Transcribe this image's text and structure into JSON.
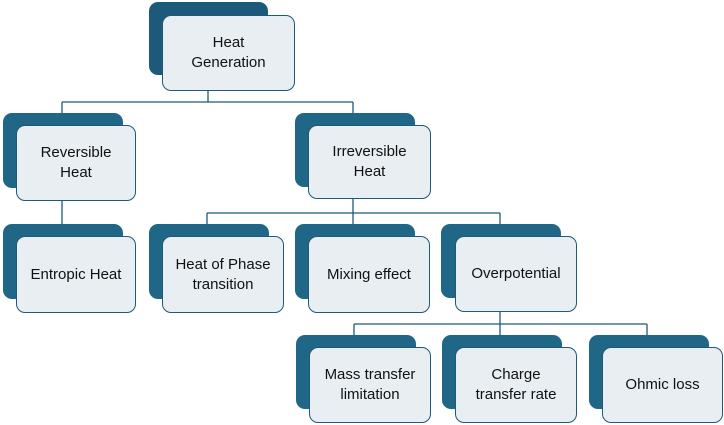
{
  "colors": {
    "back_dark": "#1d5a7a",
    "back_mid": "#1f6687",
    "front_fill": "#e8eef2",
    "border": "#1d5a7a",
    "connector": "#1d5a7a"
  },
  "nodes": {
    "heat_generation": {
      "label": "Heat\nGeneration"
    },
    "reversible_heat": {
      "label": "Reversible\nHeat"
    },
    "irreversible_heat": {
      "label": "Irreversible\nHeat"
    },
    "entropic_heat": {
      "label": "Entropic Heat"
    },
    "heat_of_phase_transition": {
      "label": "Heat of Phase\ntransition"
    },
    "mixing_effect": {
      "label": "Mixing effect"
    },
    "overpotential": {
      "label": "Overpotential"
    },
    "mass_transfer_limitation": {
      "label": "Mass transfer\nlimitation"
    },
    "charge_transfer_rate": {
      "label": "Charge\ntransfer rate"
    },
    "ohmic_loss": {
      "label": "Ohmic loss"
    }
  }
}
